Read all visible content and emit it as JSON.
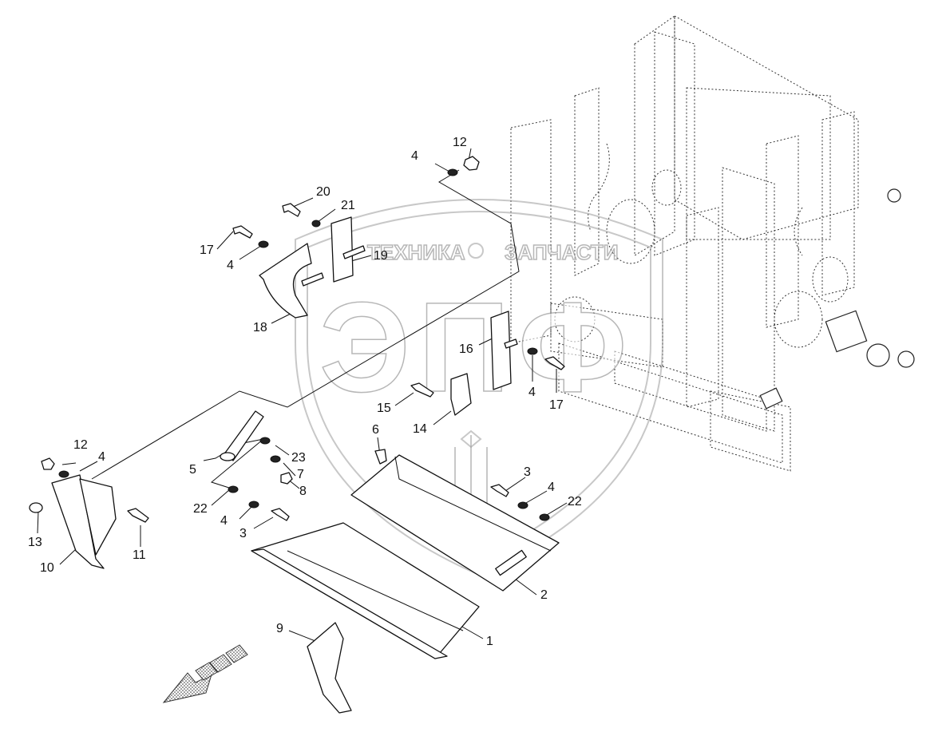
{
  "watermark": {
    "text_left": "ТЕХНИКА",
    "text_right": "ЗАПЧАСТИ",
    "letters": "ЭПФ"
  },
  "callouts": [
    {
      "id": "c12a",
      "label": "12"
    },
    {
      "id": "c4a",
      "label": "4"
    },
    {
      "id": "c20",
      "label": "20"
    },
    {
      "id": "c21",
      "label": "21"
    },
    {
      "id": "c17a",
      "label": "17"
    },
    {
      "id": "c4b",
      "label": "4"
    },
    {
      "id": "c19",
      "label": "19"
    },
    {
      "id": "c18",
      "label": "18"
    },
    {
      "id": "c16",
      "label": "16"
    },
    {
      "id": "c4c",
      "label": "4"
    },
    {
      "id": "c17b",
      "label": "17"
    },
    {
      "id": "c15",
      "label": "15"
    },
    {
      "id": "c14",
      "label": "14"
    },
    {
      "id": "c6",
      "label": "6"
    },
    {
      "id": "c12b",
      "label": "12"
    },
    {
      "id": "c4d",
      "label": "4"
    },
    {
      "id": "c5",
      "label": "5"
    },
    {
      "id": "c23",
      "label": "23"
    },
    {
      "id": "c7",
      "label": "7"
    },
    {
      "id": "c8",
      "label": "8"
    },
    {
      "id": "c22a",
      "label": "22"
    },
    {
      "id": "c4e",
      "label": "4"
    },
    {
      "id": "c3a",
      "label": "3"
    },
    {
      "id": "c13",
      "label": "13"
    },
    {
      "id": "c11",
      "label": "11"
    },
    {
      "id": "c10",
      "label": "10"
    },
    {
      "id": "c3b",
      "label": "3"
    },
    {
      "id": "c4f",
      "label": "4"
    },
    {
      "id": "c22b",
      "label": "22"
    },
    {
      "id": "c2",
      "label": "2"
    },
    {
      "id": "c1",
      "label": "1"
    },
    {
      "id": "c9",
      "label": "9"
    }
  ]
}
